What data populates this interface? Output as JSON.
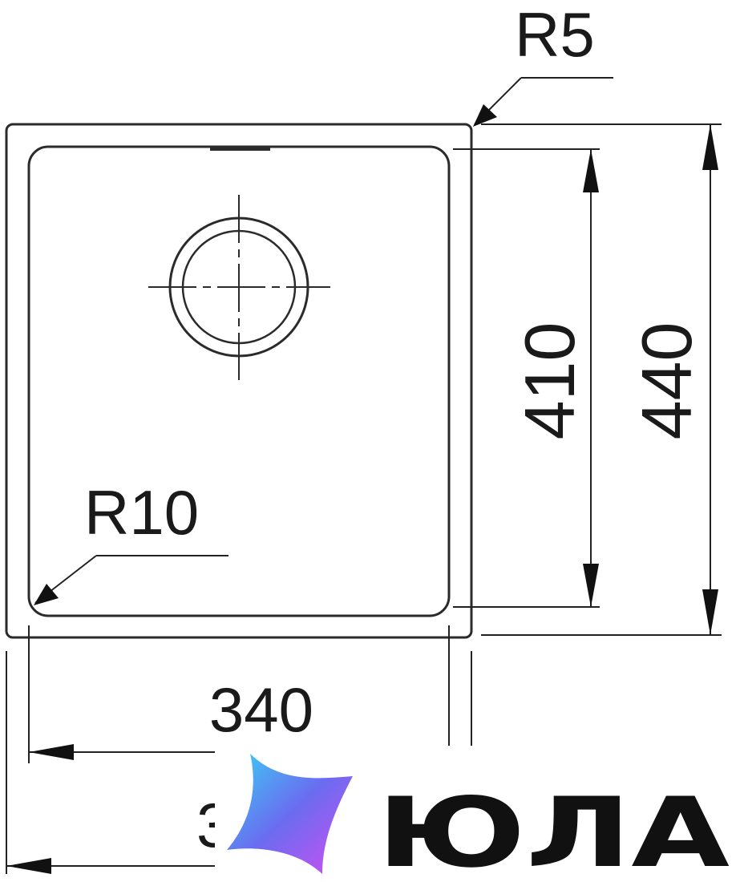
{
  "dimensions": {
    "outer_corner_radius": "R5",
    "inner_corner_radius": "R10",
    "inner_height": "410",
    "outer_height": "440",
    "inner_width": "340",
    "outer_width_partial": "3"
  },
  "watermark": {
    "logo": "star-logo",
    "brand": "ЮЛА",
    "colors": {
      "gradient_start": "#3ad2f5",
      "gradient_mid": "#6a6cf0",
      "gradient_end": "#d24ef2",
      "text": "#111111"
    }
  }
}
